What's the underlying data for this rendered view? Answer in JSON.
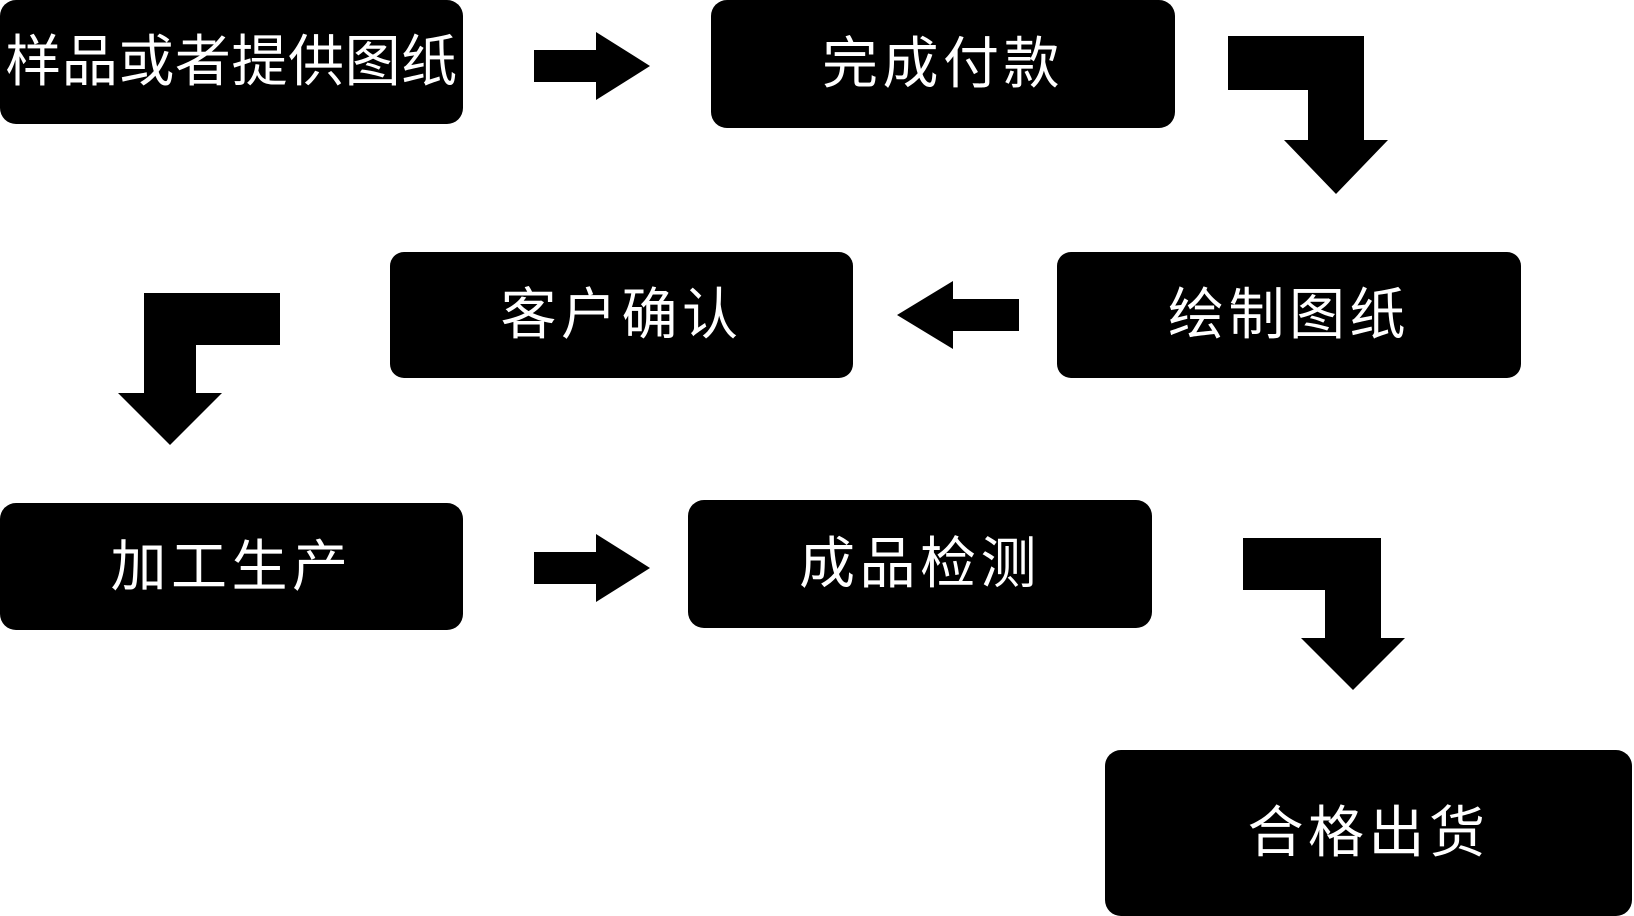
{
  "diagram": {
    "title": "",
    "background_color": "#ffffff",
    "node_fill_color": "#000000",
    "node_text_color": "#ffffff",
    "arrow_color": "#000000",
    "nodes": [
      {
        "id": "sample",
        "label": "样品或者提供图纸",
        "order": 1
      },
      {
        "id": "payment",
        "label": "完成付款",
        "order": 2
      },
      {
        "id": "drawing",
        "label": "绘制图纸",
        "order": 3
      },
      {
        "id": "confirm",
        "label": "客户确认",
        "order": 4
      },
      {
        "id": "production",
        "label": "加工生产",
        "order": 5
      },
      {
        "id": "inspection",
        "label": "成品检测",
        "order": 6
      },
      {
        "id": "shipment",
        "label": "合格出货",
        "order": 7
      }
    ],
    "edges": [
      {
        "id": "sample-to-payment",
        "from": "sample",
        "to": "payment",
        "shape": "straight",
        "direction": "right"
      },
      {
        "id": "payment-to-drawing",
        "from": "payment",
        "to": "drawing",
        "shape": "elbow",
        "direction": "right-then-down"
      },
      {
        "id": "drawing-to-confirm",
        "from": "drawing",
        "to": "confirm",
        "shape": "straight",
        "direction": "left"
      },
      {
        "id": "confirm-to-prod",
        "from": "confirm",
        "to": "production",
        "shape": "elbow",
        "direction": "left-then-down"
      },
      {
        "id": "prod-to-inspect",
        "from": "production",
        "to": "inspection",
        "shape": "straight",
        "direction": "right"
      },
      {
        "id": "inspect-to-ship",
        "from": "inspection",
        "to": "shipment",
        "shape": "elbow",
        "direction": "right-then-down"
      }
    ]
  }
}
